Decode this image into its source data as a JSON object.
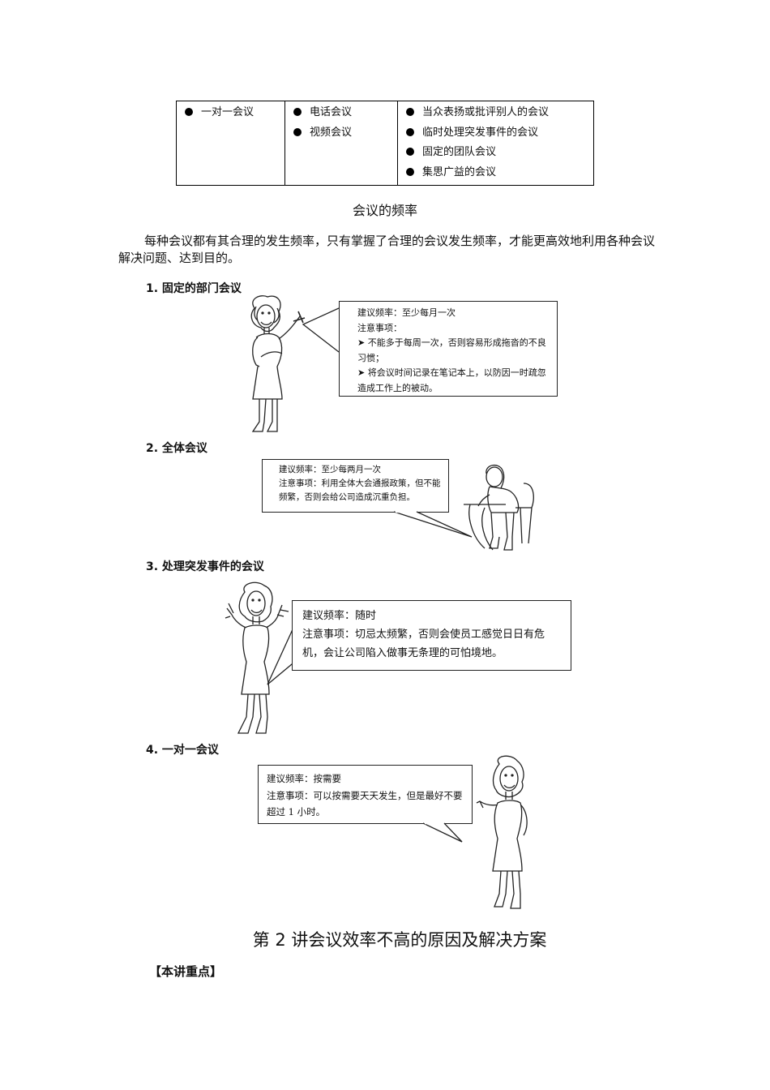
{
  "table": {
    "col1": [
      "一对一会议"
    ],
    "col2": [
      "电话会议",
      "视频会议"
    ],
    "col3": [
      "当众表扬或批评别人的会议",
      "临时处理突发事件的会议",
      "固定的团队会议",
      "集思广益的会议"
    ]
  },
  "section_title": "会议的频率",
  "intro": "每种会议都有其合理的发生频率，只有掌握了合理的会议发生频率，才能更高效地利用各种会议解决问题、达到目的。",
  "items": [
    {
      "heading": "1. 固定的部门会议",
      "lines": [
        "建议频率：至少每月一次",
        "注意事项：",
        "➤ 不能多于每周一次，否则容易形成拖沓的不良习惯；",
        "➤ 将会议时间记录在笔记本上，以防因一时疏忽造成工作上的被动。"
      ]
    },
    {
      "heading": "2. 全体会议",
      "lines": [
        "建议频率：至少每两月一次",
        "注意事项：利用全体大会通报政策，但不能频繁，否则会给公司造成沉重负担。"
      ]
    },
    {
      "heading": "3. 处理突发事件的会议",
      "lines": [
        "建议频率：随时",
        "注意事项：切忌太频繁，否则会使员工感觉日日有危机，会让公司陷入做事无条理的可怕境地。"
      ]
    },
    {
      "heading": "4. 一对一会议",
      "lines": [
        "建议频率：按需要",
        "注意事项：可以按需要天天发生，但是最好不要超过 1 小时。"
      ]
    }
  ],
  "lecture_title": "第 2 讲会议效率不高的原因及解决方案",
  "key_points": "【本讲重点】"
}
